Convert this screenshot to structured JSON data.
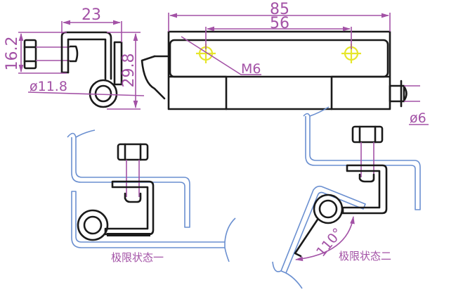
{
  "colors": {
    "outline": "#1a1a1a",
    "dimension": "#a352a6",
    "panel": "#6a8fd0",
    "hole_marker": "#e6e62a"
  },
  "side_view": {
    "dim_width": "23",
    "dim_bolt_height": "16.2",
    "dim_total_height": "29.8",
    "dim_pin_diameter": "ø11.8"
  },
  "front_view": {
    "dim_total_length": "85",
    "dim_hole_spacing": "56",
    "thread_label": "M6",
    "dim_pin_end": "ø6"
  },
  "limit_state_1": {
    "caption": "极限状态一"
  },
  "limit_state_2": {
    "caption": "极限状态二",
    "angle_label": "110°"
  }
}
